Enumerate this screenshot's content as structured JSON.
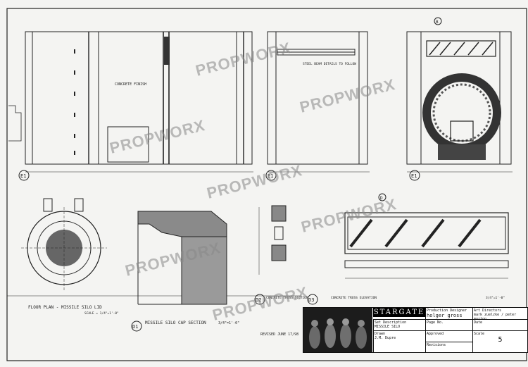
{
  "watermark": "PROPWORX",
  "views": {
    "e1_left": "E1",
    "e1_mid": "E1",
    "e1_right": "E1",
    "d1": "D1",
    "d2": "D2",
    "d3": "D3",
    "b_top": "B",
    "d_top": "D"
  },
  "notes": {
    "floor_plan_title": "FLOOR PLAN - MISSILE SILO LID",
    "floor_plan_scale": "SCALE = 1/4\"=1'-0\"",
    "silo_cap_title": "MISSILE SILO CAP SECTION",
    "silo_cap_scale": "3/4\"=1'-0\"",
    "truss_section_title": "CONCRETE TRUSS SECTION",
    "truss_elev_title": "CONCRETE TRUSS ELEVATION",
    "truss_elev_scale": "3/4\"=1'-0\"",
    "revised": "REVISED JUNE 17/98",
    "steel_beam": "STEEL BEAM DETAILS TO FOLLOW",
    "concrete_finish": "CONCRETE FINISH"
  },
  "title_block": {
    "logo": "STARGATE",
    "production_designer_label": "Production Designer",
    "production_designer": "holger gross",
    "set_description_label": "Set Description",
    "set_description": "MISSILE SILO",
    "art_directors_label": "Art Directors",
    "art_directors": "mark zuelzke / peter morton",
    "drawn_label": "Drawn",
    "drawn": "J.M. Dupre",
    "approved_label": "Approved",
    "revisions_label": "Revisions",
    "page_no_label": "Page No.",
    "date_label": "Date",
    "scale_label": "Scale",
    "sheet_no": "5"
  }
}
